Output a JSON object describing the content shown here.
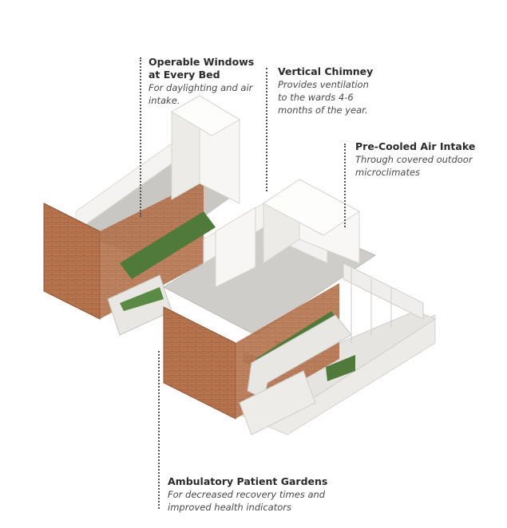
{
  "annotations": [
    {
      "id": "windows",
      "title_lines": [
        "Operable Windows",
        "at Every Bed"
      ],
      "desc_lines": [
        "For daylighting and air",
        "intake."
      ]
    },
    {
      "id": "chimney",
      "title_lines": [
        "Vertical Chimney"
      ],
      "desc_lines": [
        "Provides ventilation",
        "to the wards 4-6",
        "months of the year."
      ]
    },
    {
      "id": "intake",
      "title_lines": [
        "Pre-Cooled Air Intake"
      ],
      "desc_lines": [
        "Through covered outdoor",
        "microclimates"
      ]
    },
    {
      "id": "gardens",
      "title_lines": [
        "Ambulatory Patient Gardens"
      ],
      "desc_lines": [
        "For decreased recovery times and",
        "improved health indicators"
      ]
    }
  ],
  "colors": {
    "brick": "#b9764f",
    "brick_dark": "#8f5536",
    "wall": "#f1f0ee",
    "floor": "#cfcdca",
    "planting": "#4f7a3a",
    "text": "#2b2b2b",
    "leader": "#555555"
  }
}
